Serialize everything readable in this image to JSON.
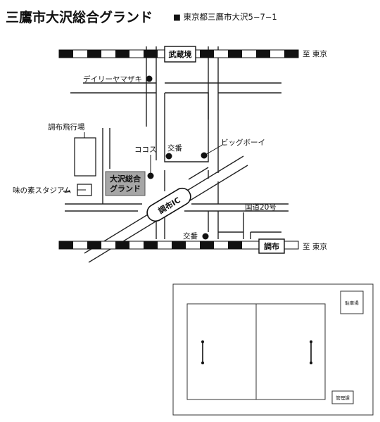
{
  "header": {
    "title": "三鷹市大沢総合グランド",
    "address": "■ 東京都三鷹市大沢5−7−1"
  },
  "map": {
    "stations": {
      "top": "武蔵境",
      "bottom": "調布"
    },
    "direction": {
      "top": "至 東京",
      "bottom": "至 東京"
    },
    "labels": {
      "daily_yamazaki": "デイリーヤマザキ",
      "chofu_airport": "調布飛行場",
      "cocos": "ココス",
      "police_box_top": "交番",
      "bigboy": "ビッグボーイ",
      "ajinomoto_stadium": "味の素スタジアム",
      "target_line1": "大沢総合",
      "target_line2": "グランド",
      "chofu_ic": "調布IC",
      "route20": "国道20号",
      "police_box_bottom": "交番"
    },
    "colors": {
      "target_fill": "#a6a6a6",
      "rail_dark": "#111111"
    }
  },
  "facility": {
    "parking": "駐車場",
    "office": "管理課"
  }
}
